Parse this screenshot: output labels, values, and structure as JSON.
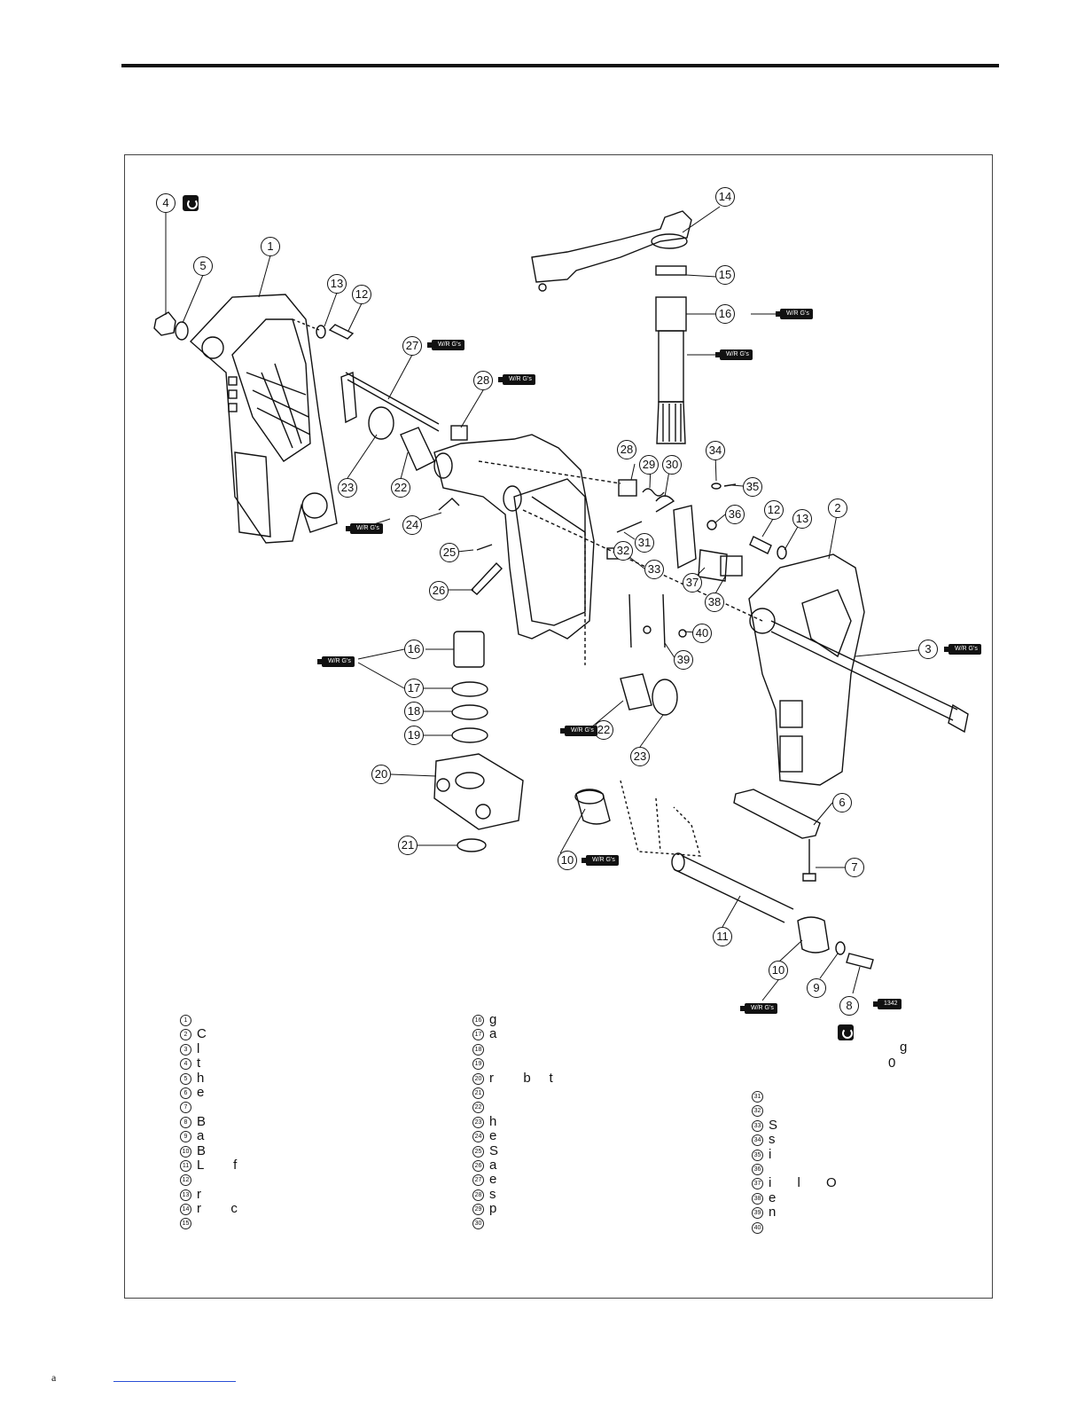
{
  "torque": {
    "wrench_label": "g",
    "value": "0"
  },
  "footer": {
    "char": "a"
  },
  "tags": {
    "wrg": "W/R G's",
    "thread": "1342"
  },
  "callouts": [
    "1",
    "2",
    "3",
    "4",
    "5",
    "6",
    "7",
    "8",
    "9",
    "10",
    "11",
    "12",
    "13",
    "14",
    "15",
    "16",
    "17",
    "18",
    "19",
    "20",
    "21",
    "22",
    "23",
    "24",
    "25",
    "26",
    "27",
    "28",
    "29",
    "30",
    "31",
    "32",
    "33",
    "34",
    "35",
    "36",
    "37",
    "38",
    "39",
    "40"
  ],
  "legend": {
    "col1": [
      {
        "n": "1",
        "t": ""
      },
      {
        "n": "2",
        "t": "C"
      },
      {
        "n": "3",
        "t": "l"
      },
      {
        "n": "4",
        "t": "t"
      },
      {
        "n": "5",
        "t": "h"
      },
      {
        "n": "6",
        "t": "e"
      },
      {
        "n": "7",
        "t": ""
      },
      {
        "n": "8",
        "t": "B"
      },
      {
        "n": "9",
        "t": "a"
      },
      {
        "n": "10",
        "t": "B"
      },
      {
        "n": "11",
        "t": "L        f"
      },
      {
        "n": "12",
        "t": ""
      },
      {
        "n": "13",
        "t": "r"
      },
      {
        "n": "14",
        "t": "r        c"
      },
      {
        "n": "15",
        "t": ""
      }
    ],
    "col2": [
      {
        "n": "16",
        "t": "g"
      },
      {
        "n": "17",
        "t": "a"
      },
      {
        "n": "18",
        "t": ""
      },
      {
        "n": "19",
        "t": ""
      },
      {
        "n": "20",
        "t": "r        b     t"
      },
      {
        "n": "21",
        "t": ""
      },
      {
        "n": "22",
        "t": ""
      },
      {
        "n": "23",
        "t": "h"
      },
      {
        "n": "24",
        "t": "e"
      },
      {
        "n": "25",
        "t": "S"
      },
      {
        "n": "26",
        "t": "a"
      },
      {
        "n": "27",
        "t": "e"
      },
      {
        "n": "28",
        "t": "s"
      },
      {
        "n": "29",
        "t": "p"
      },
      {
        "n": "30",
        "t": ""
      }
    ],
    "col3": [
      {
        "n": "31",
        "t": ""
      },
      {
        "n": "32",
        "t": ""
      },
      {
        "n": "33",
        "t": "S"
      },
      {
        "n": "34",
        "t": "s"
      },
      {
        "n": "35",
        "t": "i"
      },
      {
        "n": "36",
        "t": ""
      },
      {
        "n": "37",
        "t": "i       l       O"
      },
      {
        "n": "38",
        "t": "e"
      },
      {
        "n": "39",
        "t": "n"
      },
      {
        "n": "40",
        "t": ""
      }
    ]
  }
}
